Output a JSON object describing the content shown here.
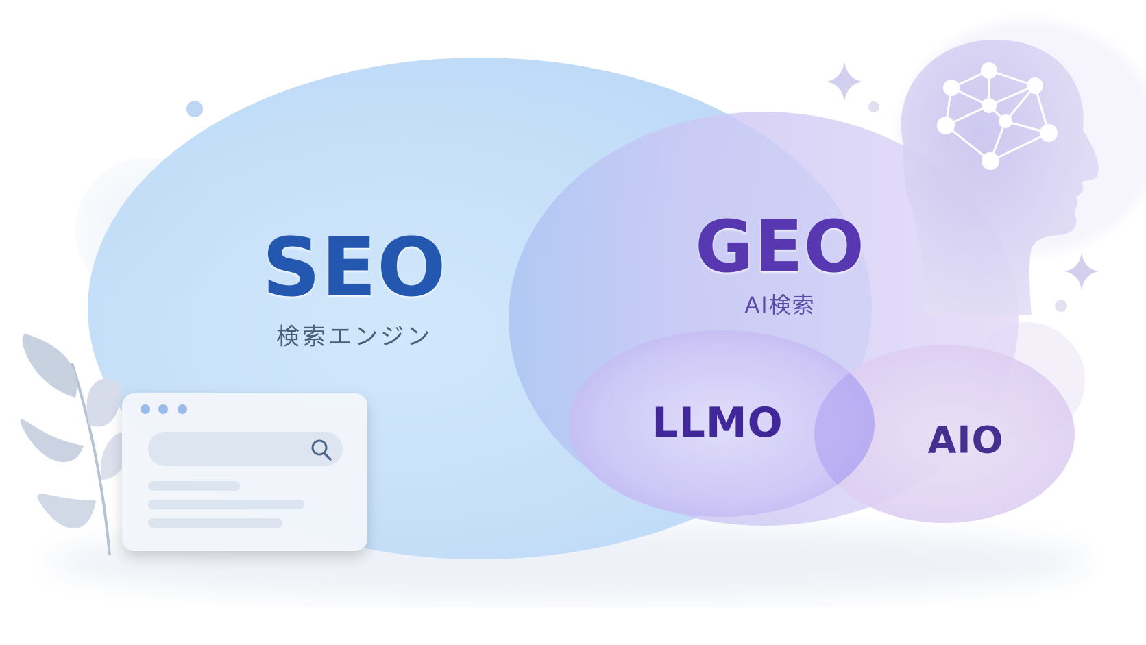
{
  "diagram": {
    "nodes": [
      {
        "id": "seo",
        "title": "SEO",
        "subtitle": "検索エンジン"
      },
      {
        "id": "geo",
        "title": "GEO",
        "subtitle": "AI検索"
      },
      {
        "id": "llmo",
        "title": "LLMO"
      },
      {
        "id": "aio",
        "title": "AIO"
      }
    ],
    "relations": [
      {
        "from": "seo",
        "to": "geo",
        "type": "overlap"
      },
      {
        "from": "geo",
        "to": "llmo",
        "type": "contains"
      },
      {
        "from": "geo",
        "to": "aio",
        "type": "contains"
      },
      {
        "from": "llmo",
        "to": "aio",
        "type": "overlap"
      }
    ]
  },
  "colors": {
    "seo_fill": "#bcdcf7",
    "geo_fill": "#cfc8f3",
    "llmo_fill": "#c2b8f4",
    "aio_fill": "#e4d2f2",
    "seo_text": "#2457b0",
    "geo_text": "#5838b0",
    "llmo_text": "#40289a",
    "aio_text": "#45308f",
    "subtitle_text": "#4a5d78"
  },
  "decorations": {
    "left": [
      "leaf-icon",
      "browser-window-icon",
      "search-icon"
    ],
    "right": [
      "ai-head-icon",
      "neural-network-icon",
      "sparkle-icon"
    ]
  }
}
